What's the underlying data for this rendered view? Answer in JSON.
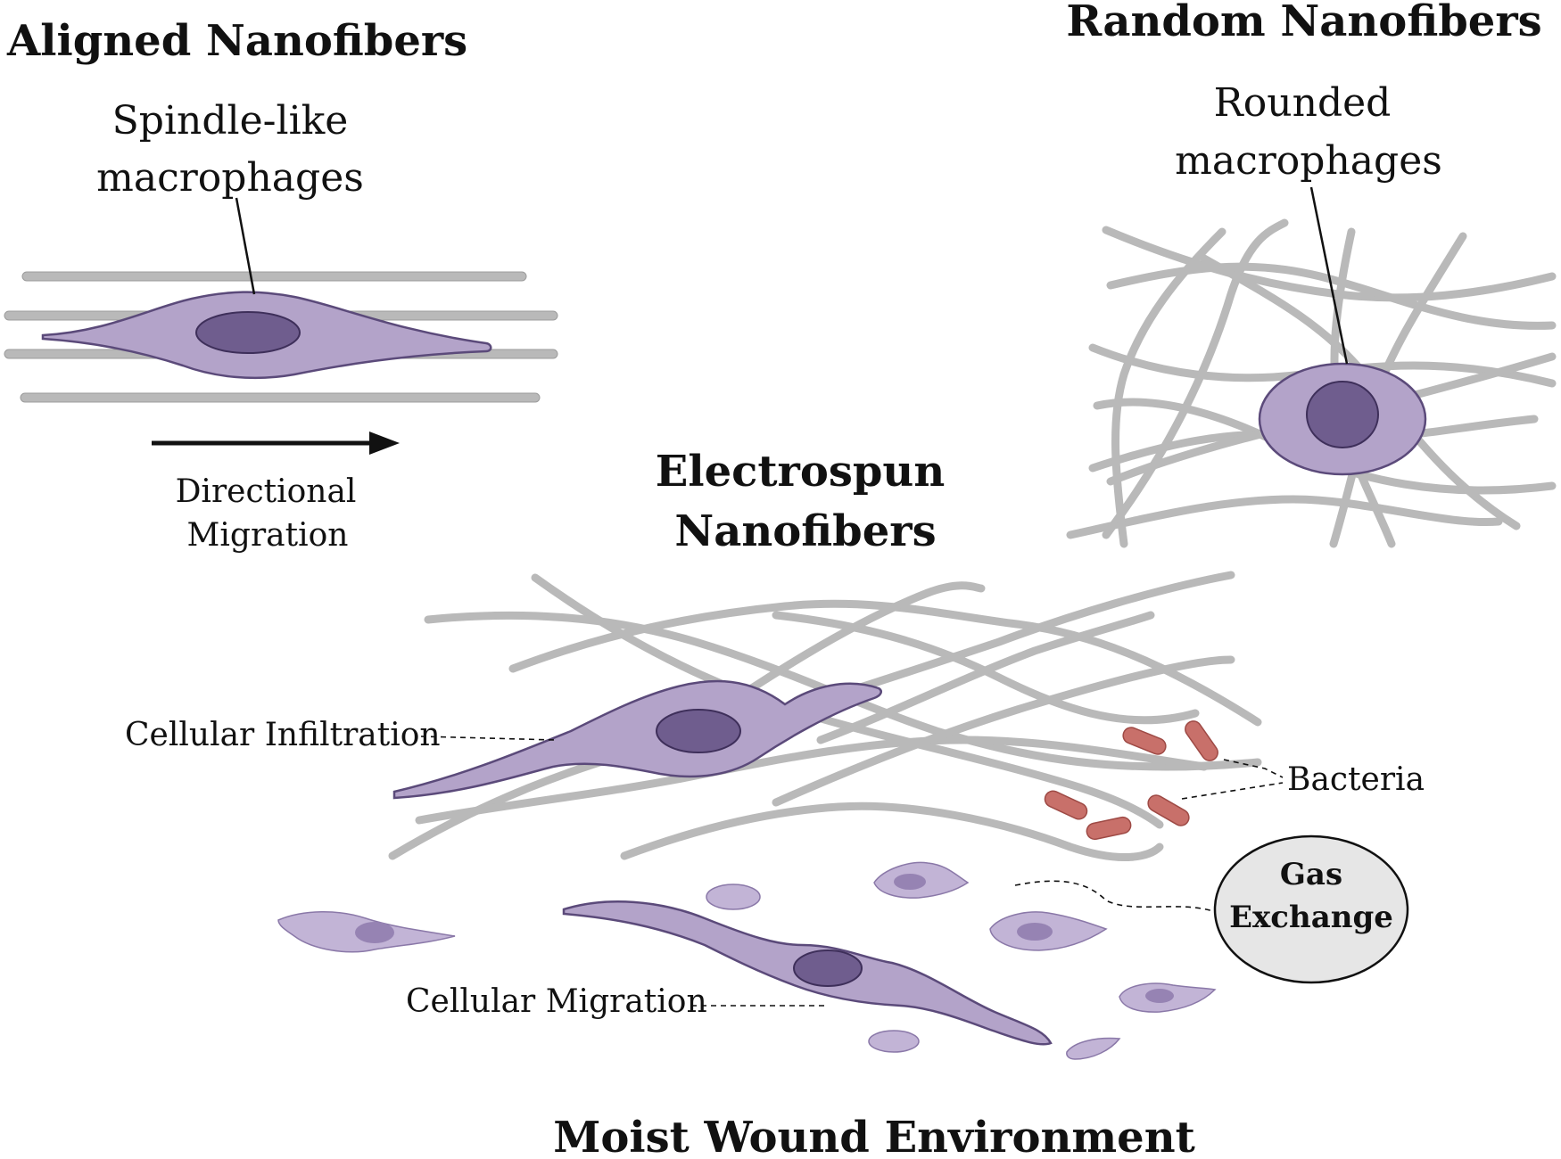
{
  "panels": {
    "aligned": {
      "title": "Aligned Nanofibers",
      "cell_label_line1": "Spindle-like",
      "cell_label_line2": "macrophages",
      "migration_line1": "Directional",
      "migration_line2": "Migration"
    },
    "random": {
      "title": "Random Nanofibers",
      "cell_label_line1": "Rounded",
      "cell_label_line2": "macrophages"
    },
    "electrospun": {
      "title_line1": "Electrospun",
      "title_line2": "Nanofibers",
      "infiltration_label": "Cellular Infiltration",
      "bacteria_label": "Bacteria",
      "gas_line1": "Gas",
      "gas_line2": "Exchange",
      "migration_label": "Cellular Migration"
    }
  },
  "footer": {
    "caption": "Moist Wound Environment"
  },
  "colors": {
    "fiber": "#b9b9b9",
    "cell": "#b3a3c9",
    "nucleus": "#6f5d8e",
    "bacteria": "#c8706a",
    "gas_bubble": "#e6e6e6"
  }
}
